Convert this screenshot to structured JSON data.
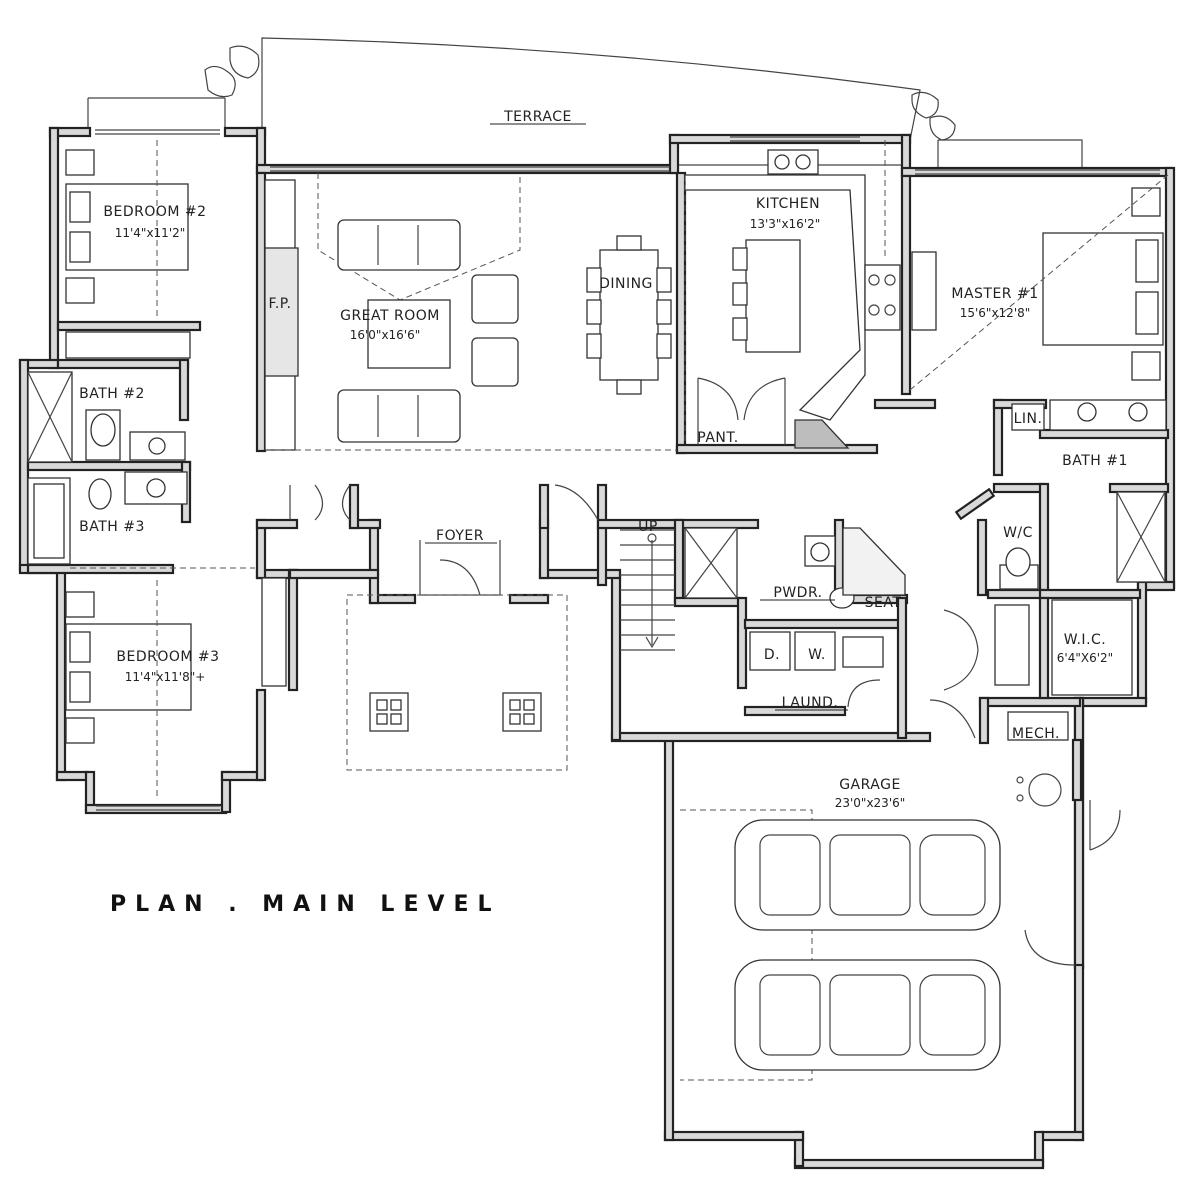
{
  "plan_title": "PLAN . MAIN LEVEL",
  "rooms": {
    "terrace": "TERRACE",
    "bedroom2": {
      "name": "BEDROOM #2",
      "size": "11'4\"x11'2\""
    },
    "bedroom3": {
      "name": "BEDROOM #3",
      "size": "11'4\"x11'8\"+"
    },
    "bath2": "BATH #2",
    "bath3": "BATH #3",
    "fireplace": "F.P.",
    "great_room": {
      "name": "GREAT ROOM",
      "size": "16'0\"x16'6\""
    },
    "dining": "DINING",
    "kitchen": {
      "name": "KITCHEN",
      "size": "13'3\"x16'2\""
    },
    "pantry": "PANT.",
    "master": {
      "name": "MASTER #1",
      "size": "15'6\"x12'8\""
    },
    "linen": "LIN.",
    "bath1": "BATH #1",
    "wc": "W/C",
    "wic": {
      "name": "W.I.C.",
      "size": "6'4\"X6'2\""
    },
    "foyer": "FOYER",
    "stair_up": "UP",
    "powder": "PWDR.",
    "seat": "SEAT",
    "dryer": "D.",
    "washer": "W.",
    "laundry": "LAUND.",
    "mech": "MECH.",
    "garage": {
      "name": "GARAGE",
      "size": "23'0\"x23'6\""
    }
  }
}
